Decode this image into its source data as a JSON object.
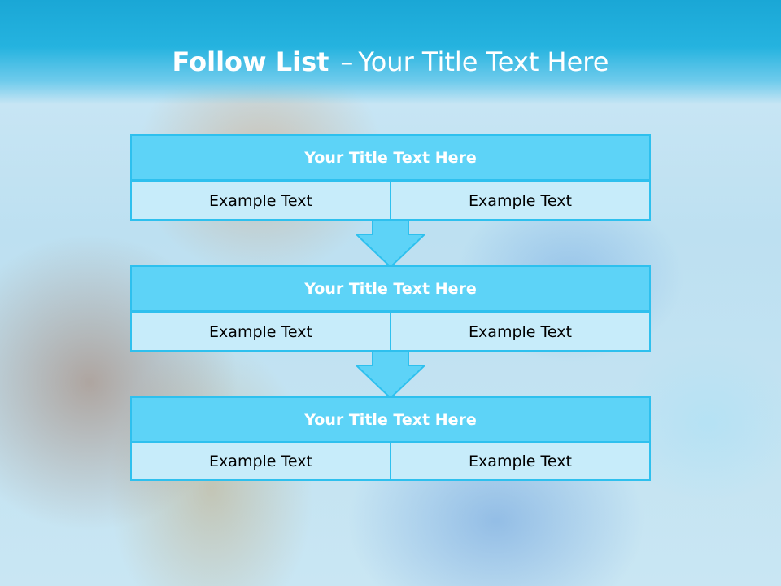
{
  "slide": {
    "title_strong": "Follow List",
    "title_dash": "–",
    "title_rest": "Your Title Text Here"
  },
  "steps": [
    {
      "title": "Your Title Text Here",
      "left": "Example Text",
      "right": "Example Text"
    },
    {
      "title": "Your Title Text Here",
      "left": "Example Text",
      "right": "Example Text"
    },
    {
      "title": "Your Title Text Here",
      "left": "Example Text",
      "right": "Example Text"
    }
  ],
  "colors": {
    "header_band": "#1aa7d6",
    "block_header": "#5dd3f7",
    "block_cell": "#c7ecfa",
    "block_border": "#2ec0ee",
    "arrow": "#5dd3f7"
  },
  "icons": {
    "connector": "down-arrow-icon"
  }
}
